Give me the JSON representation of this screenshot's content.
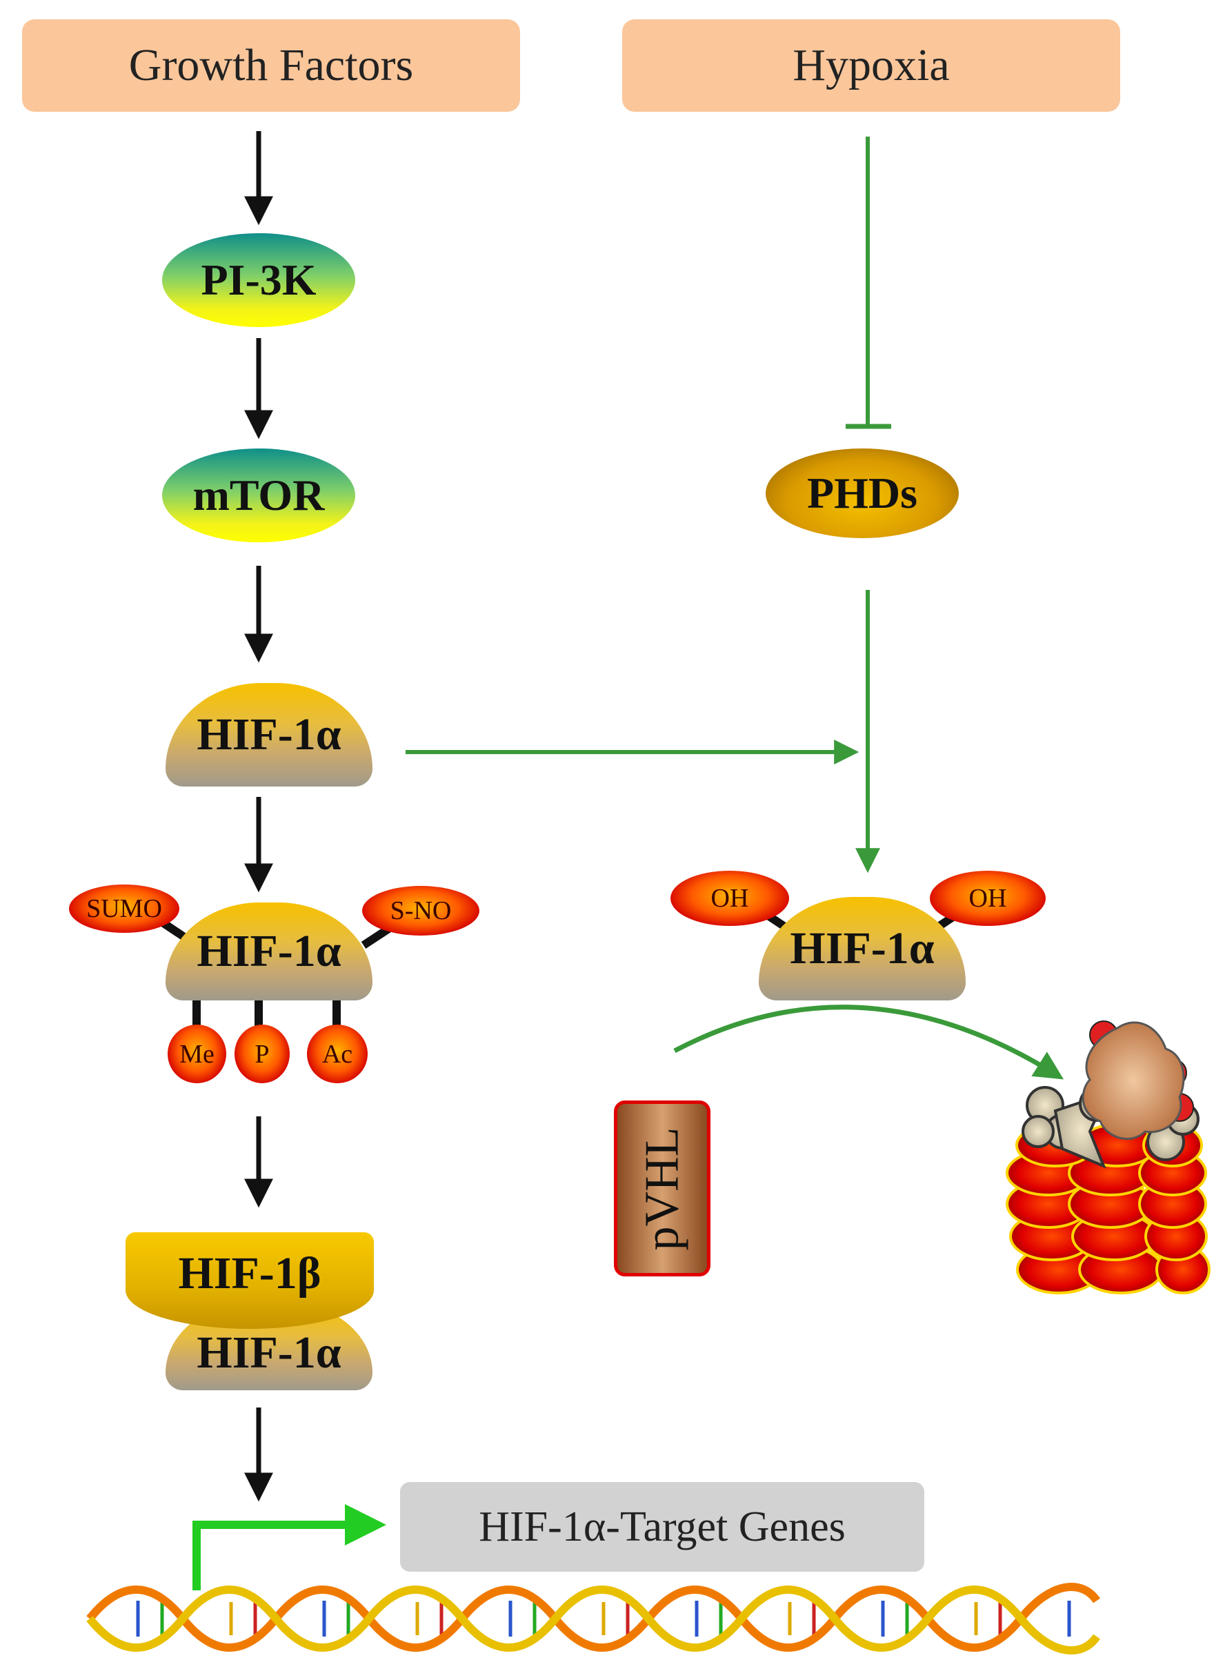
{
  "nodes": {
    "growth_factors": "Growth Factors",
    "hypoxia": "Hypoxia",
    "pi3k": "PI-3K",
    "mtor": "mTOR",
    "hif1a_1": "HIF-1α",
    "hif1a_modified": "HIF-1α",
    "hif1a_hydroxylated": "HIF-1α",
    "phds": "PHDs",
    "hif1b": "HIF-1β",
    "hif1a_dimer": "HIF-1α",
    "pvhl": "pVHL",
    "target_genes": "HIF-1α-Target Genes"
  },
  "modifications": {
    "sumo": "SUMO",
    "sno": "S-NO",
    "me": "Me",
    "p": "P",
    "ac": "Ac",
    "oh_left": "OH",
    "oh_right": "OH"
  },
  "colors": {
    "top_box": "#fbc69a",
    "black_arrow": "#111111",
    "green_arrow": "#3a9a3a",
    "bright_green_arrow": "#22cc22",
    "genes_box": "#d2d2d2"
  }
}
